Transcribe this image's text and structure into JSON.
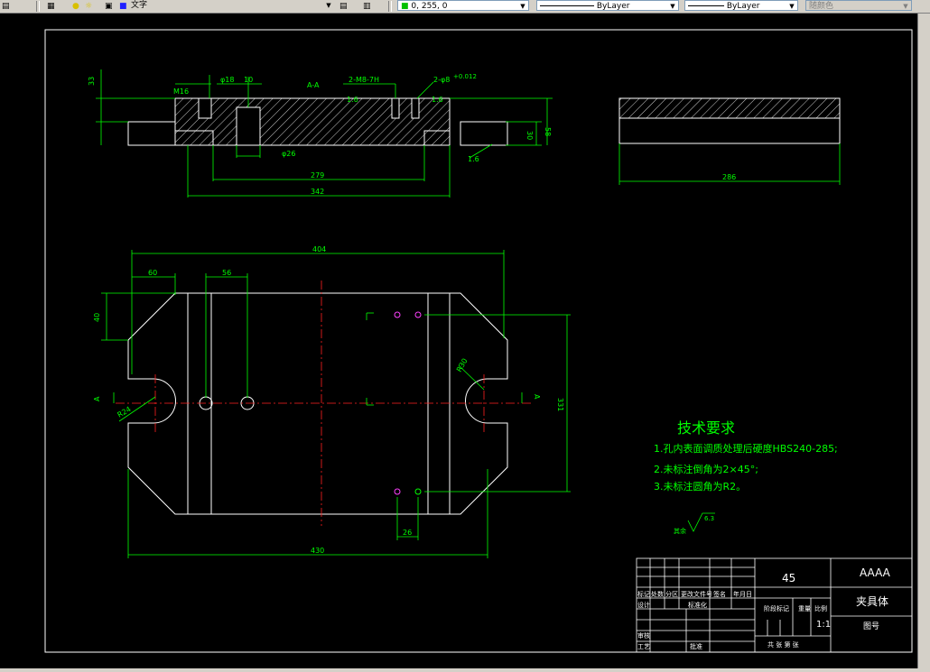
{
  "toolbar": {
    "layer_name": "文字",
    "color_value": "0, 255, 0",
    "linetype": "ByLayer",
    "lineweight": "ByLayer",
    "plotstyle": "随颜色"
  },
  "top_view": {
    "dim_m16": "M16",
    "dim_phi18": "φ18",
    "dim_10": "10",
    "dim_aa": "A-A",
    "dim_hole_a": "2-M8-7H",
    "dim_hole_b": "2-φ8",
    "dim_tol": "+0.012",
    "dim_33": "33",
    "dim_58": "58",
    "dim_30": "30",
    "dim_phi26": "φ26",
    "dim_279": "279",
    "dim_342": "342",
    "rough_a": "1.6",
    "rough_b": "1.6",
    "rough_c": "1.6"
  },
  "side_view": {
    "dim_286": "286"
  },
  "plan_view": {
    "dim_404": "404",
    "dim_60": "60",
    "dim_56": "56",
    "dim_40": "40",
    "dim_r24": "R24",
    "dim_r30": "R30",
    "dim_331": "331",
    "dim_26": "26",
    "dim_430": "430",
    "mark_left": "A",
    "mark_right": "A"
  },
  "tech": {
    "title": "技术要求",
    "items": [
      "1.孔内表面调质处理后硬度HBS240-285;",
      "2.未标注倒角为2×45°;",
      "3.未标注圆角为R2。"
    ],
    "rough_label": "其余",
    "rough_value": "6.3"
  },
  "title_block": {
    "material": "45",
    "project": "AAAA",
    "part_name": "夹具体",
    "scale": "1:1",
    "drawing_no_label": "图号",
    "stage_mark": "阶段标记",
    "weight": "重量",
    "ratio": "比例",
    "row_label": [
      "标记",
      "处数",
      "分区",
      "更改文件号",
      "签名",
      "年月日"
    ],
    "design": "设计",
    "standardize": "标准化",
    "review": "审核",
    "process": "工艺",
    "approve": "批准",
    "sheets": "共  张  第  张"
  }
}
